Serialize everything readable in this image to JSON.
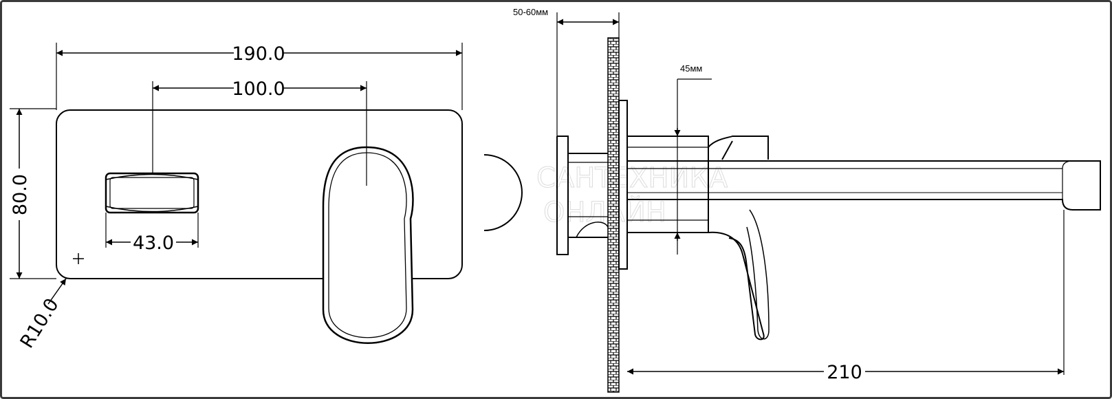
{
  "front_view": {
    "dim_width": "190.0",
    "dim_centers": "100.0",
    "dim_height": "80.0",
    "dim_handle_width": "43.0",
    "dim_radius": "R10.0"
  },
  "side_view": {
    "dim_wall_depth": "50-60мм",
    "dim_spout_height": "45мм",
    "dim_spout_length": "210"
  },
  "watermark": {
    "line1": "САНТЕХНИКА",
    "line2": "ОНЛАЙН"
  },
  "colors": {
    "line": "#000000",
    "frame": "#3a3a3a",
    "background": "#ffffff",
    "watermark": "#d8d8d8"
  }
}
